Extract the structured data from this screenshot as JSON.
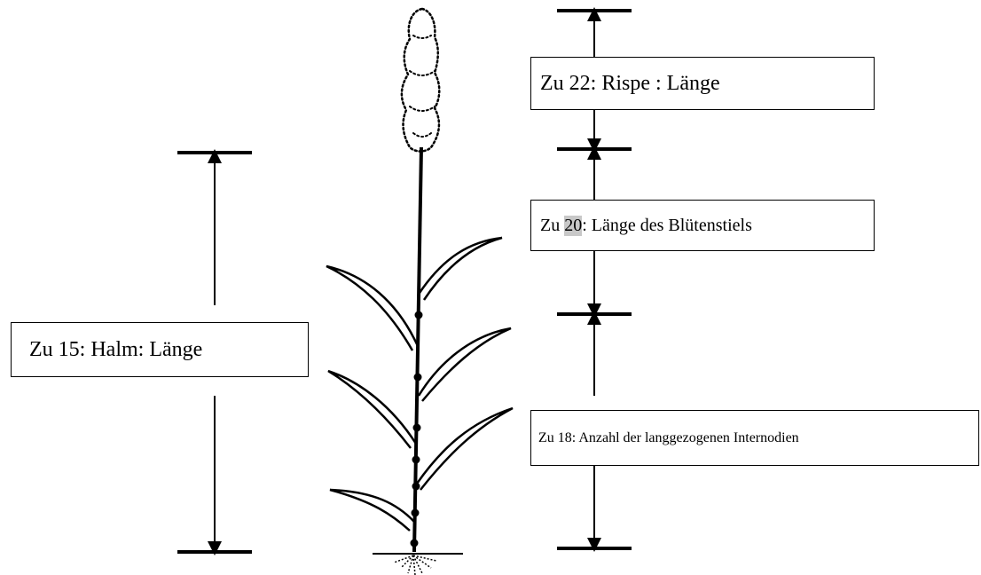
{
  "labels": {
    "halm": {
      "prefix": "Zu 15: Halm: Länge"
    },
    "rispe": {
      "prefix": "Zu 22: Rispe : Länge"
    },
    "stiel": {
      "prefix": "Zu ",
      "number": "20",
      "suffix": ": Länge des Blütenstiels"
    },
    "inter": {
      "prefix": "Zu 18: Anzahl der langgezogenen Internodien"
    }
  },
  "colors": {
    "line": "#000000",
    "box_border": "#000000",
    "highlight": "#c8c8c8"
  },
  "icons": {
    "plant": "grass-plant-illustration"
  }
}
